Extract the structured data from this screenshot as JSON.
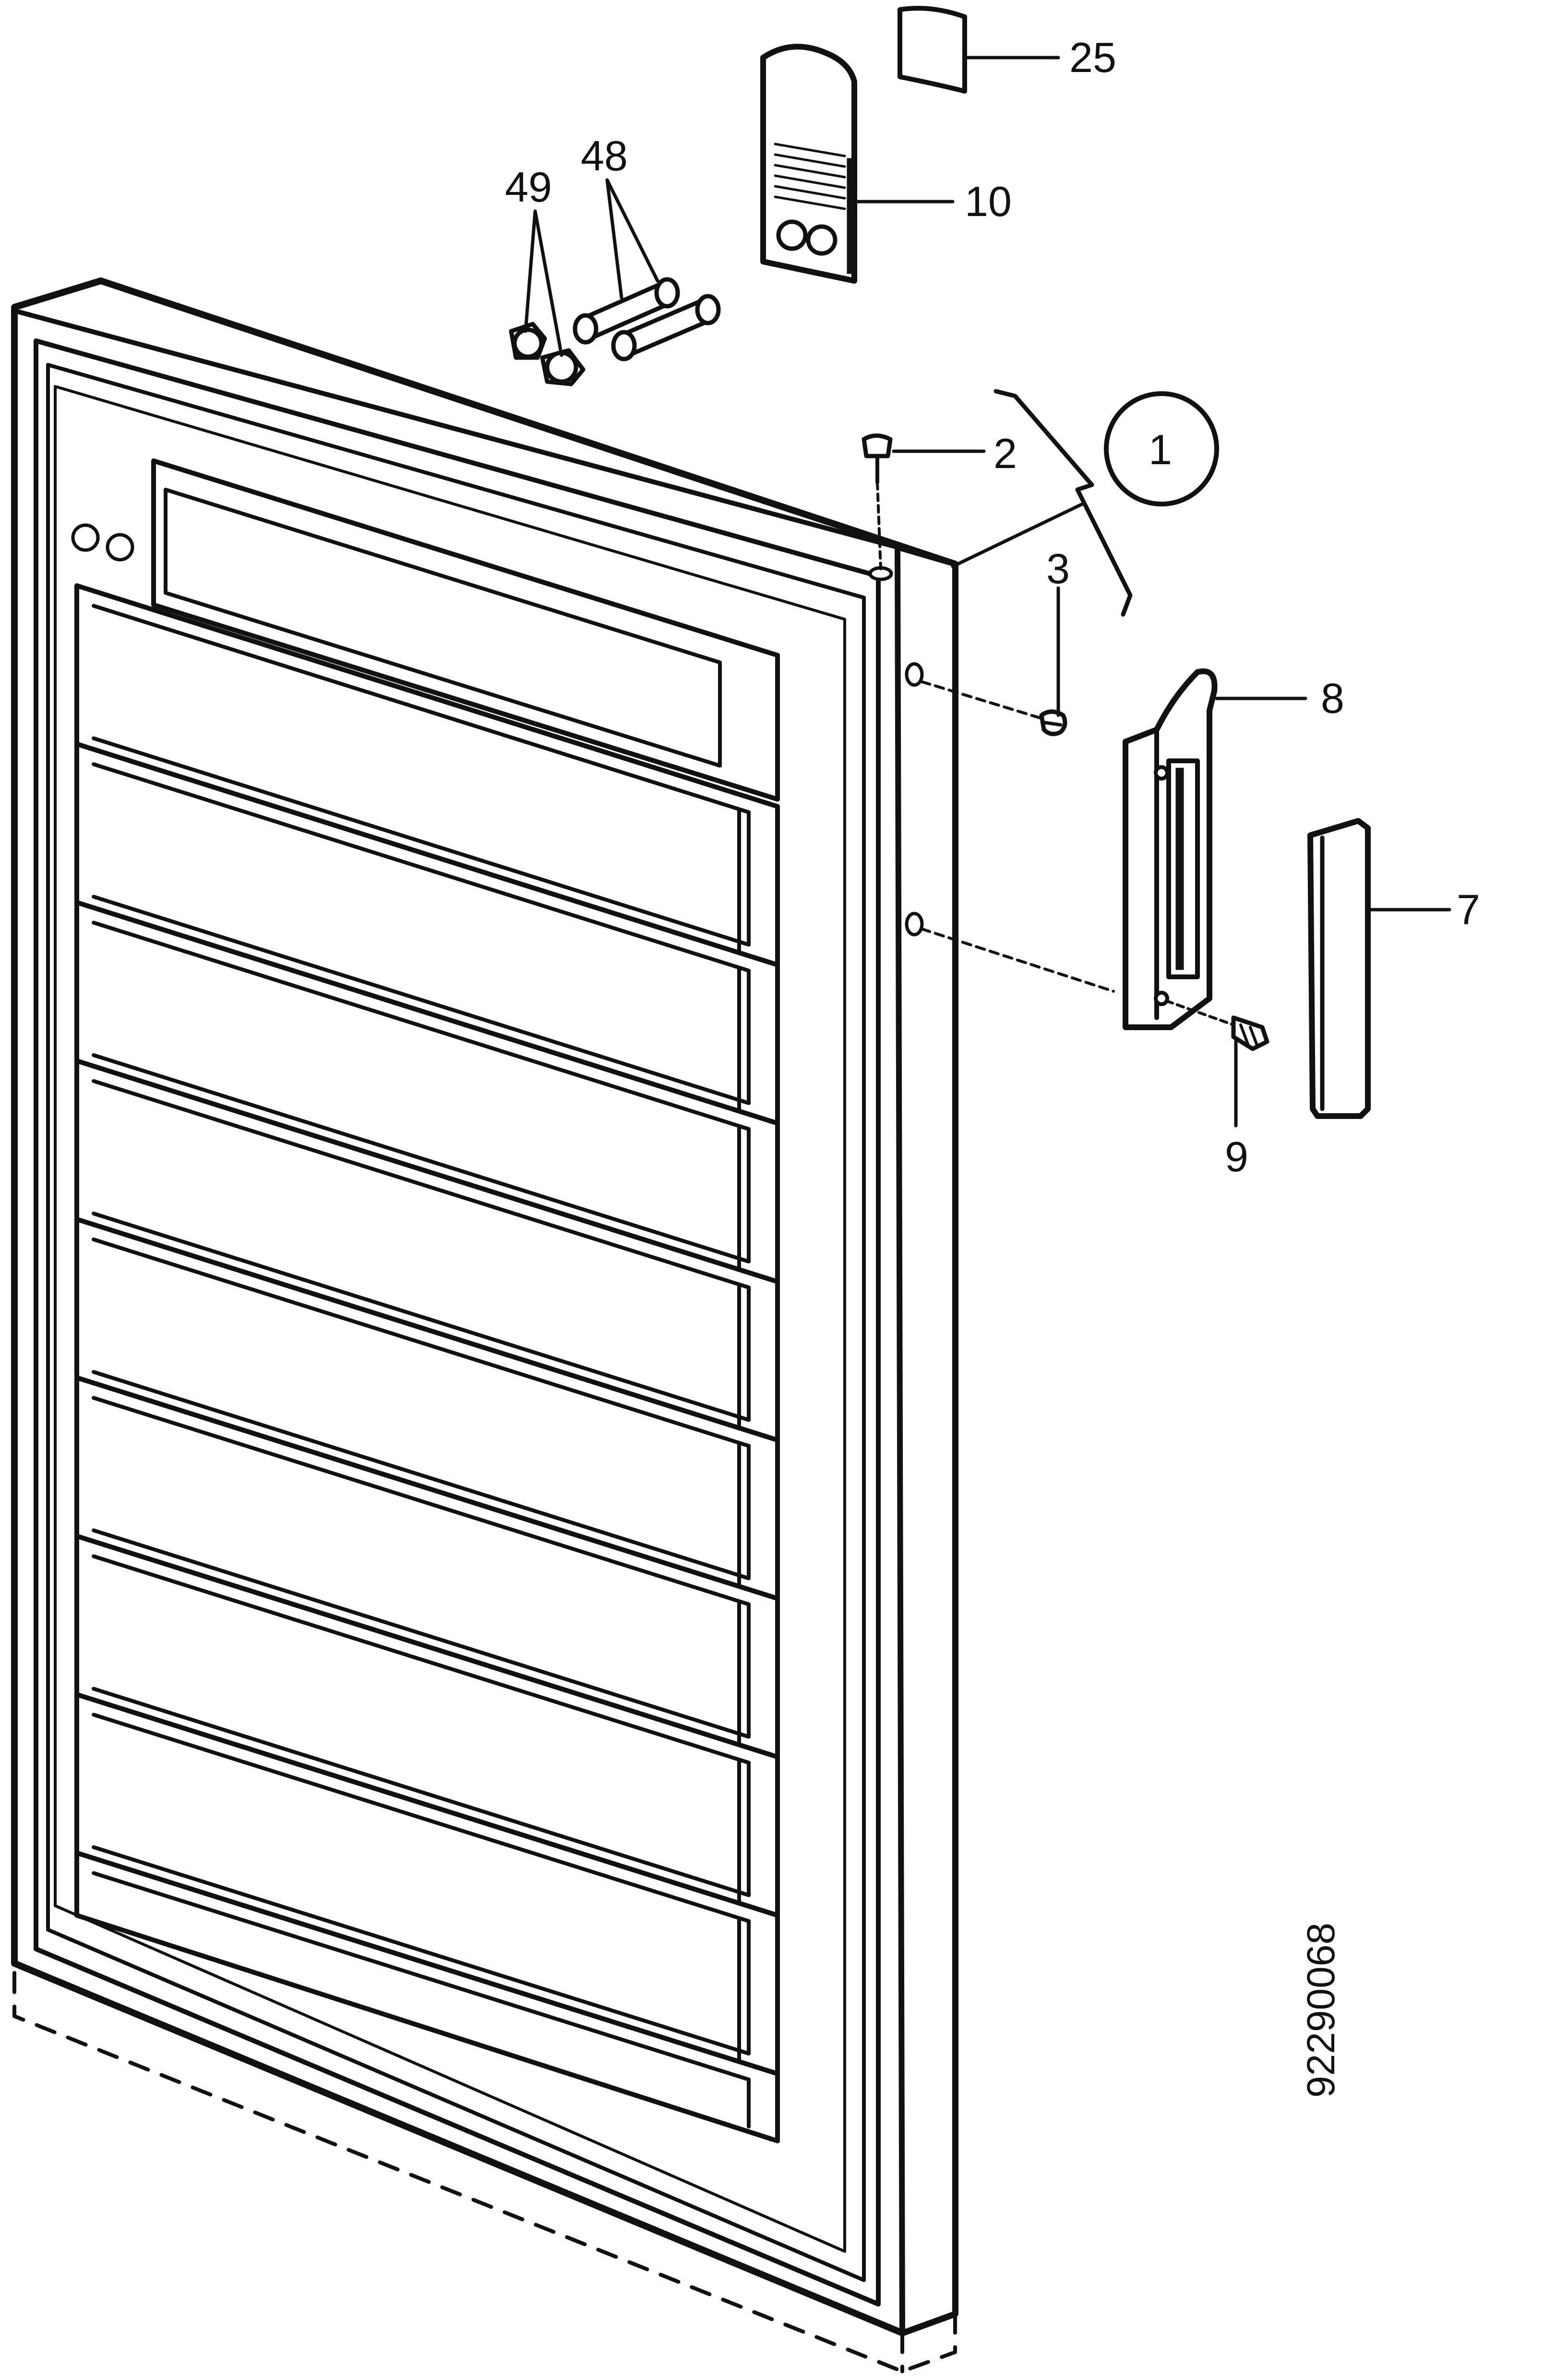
{
  "callouts": {
    "c25": "25",
    "c10": "10",
    "c49": "49",
    "c48": "48",
    "c2": "2",
    "c1": "1",
    "c3": "3",
    "c8": "8",
    "c7": "7",
    "c9": "9"
  },
  "drawing_number": "92290068",
  "colors": {
    "line": "#111111",
    "background": "#ffffff"
  }
}
